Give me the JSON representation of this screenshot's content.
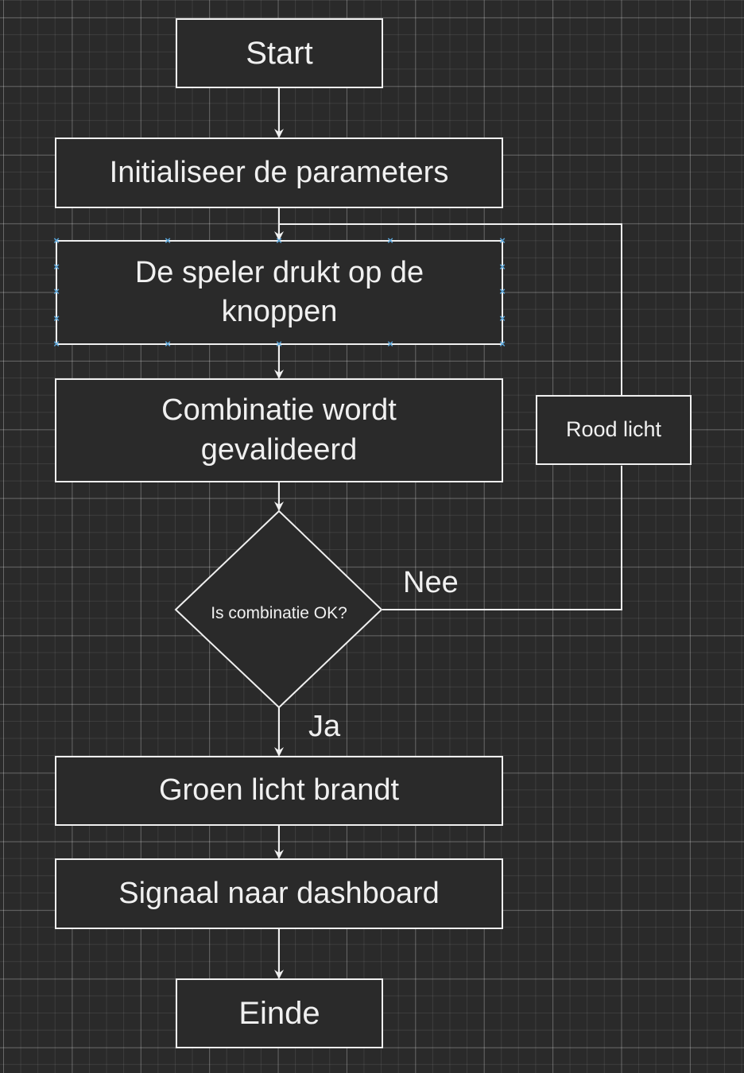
{
  "diagram": {
    "nodes": {
      "start": "Start",
      "init": "Initialiseer de parameters",
      "press": "De speler drukt op de knoppen",
      "validate": "Combinatie wordt gevalideerd",
      "decision": "Is combinatie OK?",
      "red": "Rood licht",
      "green": "Groen licht brandt",
      "signal": "Signaal naar dashboard",
      "end": "Einde"
    },
    "edge_labels": {
      "no": "Nee",
      "yes": "Ja"
    },
    "selected_node": "press",
    "colors": {
      "background": "#2a2a2a",
      "stroke": "#f0f0f0",
      "selection_handle": "#5aa7dc"
    }
  }
}
